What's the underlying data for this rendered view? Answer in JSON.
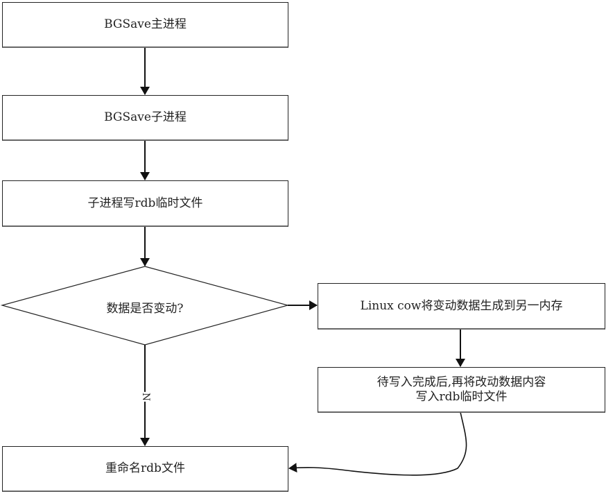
{
  "diagram": {
    "nodes": [
      {
        "id": "main-process",
        "label": "BGSave主进程"
      },
      {
        "id": "child-process",
        "label": "BGSave子进程"
      },
      {
        "id": "write-temp",
        "label": "子进程写rdb临时文件"
      },
      {
        "id": "data-changed",
        "label": "数据是否变动?",
        "shape": "diamond"
      },
      {
        "id": "linux-cow",
        "label": "Linux cow将变动数据生成到另一内存"
      },
      {
        "id": "write-changes",
        "label_line1": "待写入完成后,再将改动数据内容",
        "label_line2": "写入rdb临时文件"
      },
      {
        "id": "rename",
        "label": "重命名rdb文件"
      }
    ],
    "edges": [
      {
        "from": "main-process",
        "to": "child-process"
      },
      {
        "from": "child-process",
        "to": "write-temp"
      },
      {
        "from": "write-temp",
        "to": "data-changed"
      },
      {
        "from": "data-changed",
        "to": "linux-cow"
      },
      {
        "from": "data-changed",
        "to": "rename",
        "label": "N"
      },
      {
        "from": "linux-cow",
        "to": "write-changes"
      },
      {
        "from": "write-changes",
        "to": "rename"
      }
    ],
    "colors": {
      "stroke": "#222222",
      "background": "#ffffff"
    }
  }
}
